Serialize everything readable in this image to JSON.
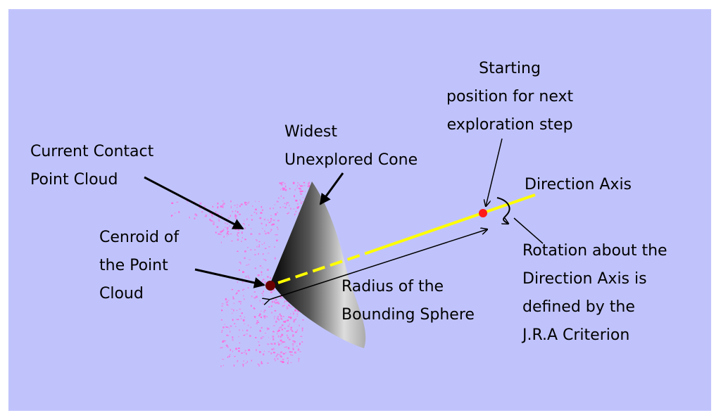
{
  "labels": {
    "starting_position": [
      "Starting",
      "position for next",
      "exploration step"
    ],
    "widest_cone": [
      "Widest",
      "Unexplored Cone"
    ],
    "contact_cloud": [
      "Current Contact",
      "Point Cloud"
    ],
    "direction_axis": [
      "Direction Axis"
    ],
    "centroid": [
      "Cenroid of",
      "the Point",
      "Cloud"
    ],
    "radius": [
      "Radius of the",
      "Bounding Sphere"
    ],
    "rotation": [
      "Rotation about the",
      "Direction Axis is",
      "defined by the",
      "J.R.A Criterion"
    ]
  },
  "colors": {
    "background": "#c0c3fb",
    "axis": "#ffff00",
    "point_cloud": "#ff66dd",
    "start_point": "#ff1a1a",
    "centroid": "#6b0000"
  }
}
